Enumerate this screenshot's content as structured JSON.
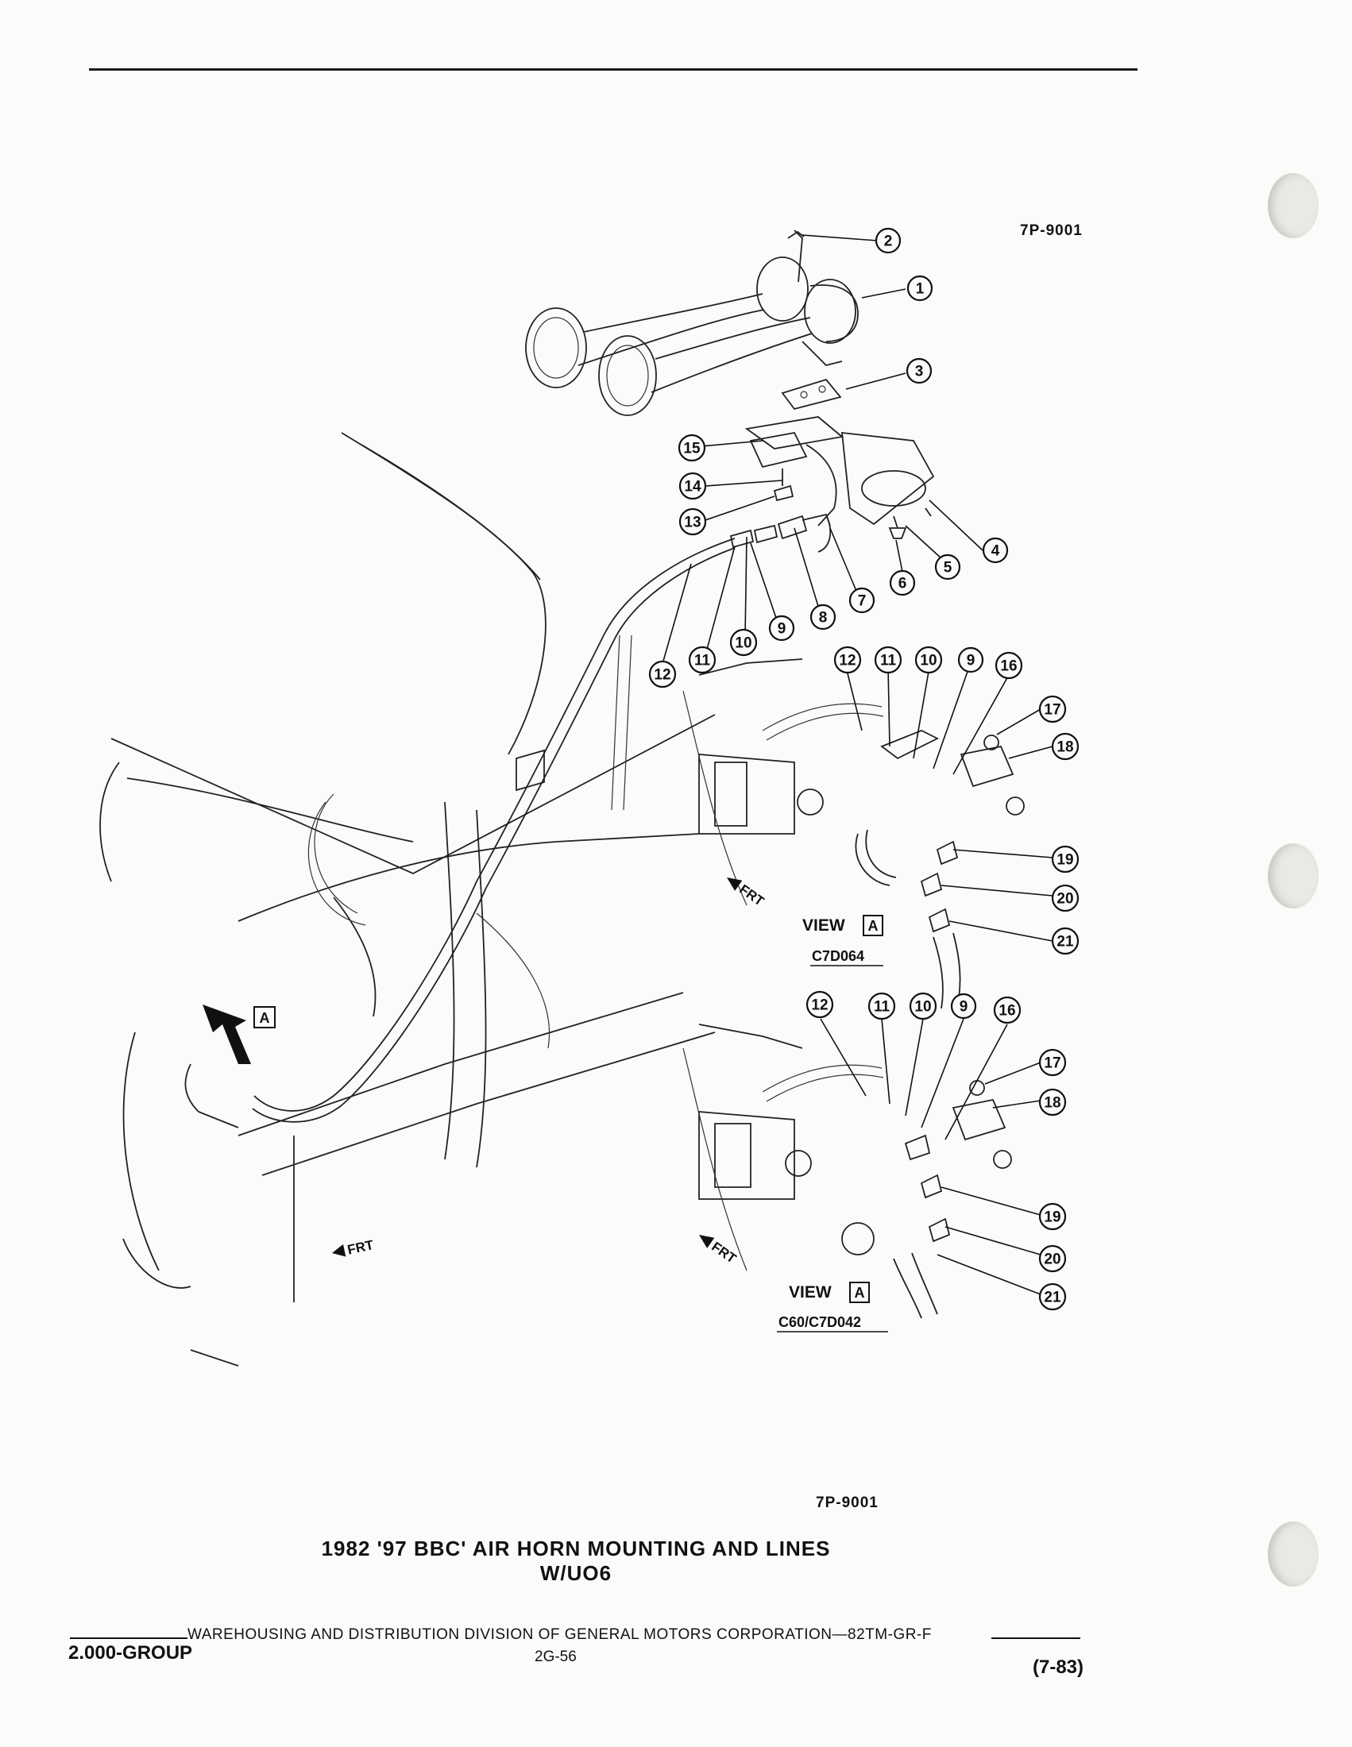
{
  "figure_code_top": "7P-9001",
  "figure_code_bottom": "7P-9001",
  "caption": {
    "line1": "1982 '97 BBC' AIR HORN MOUNTING AND LINES",
    "line2": "W/UO6"
  },
  "callouts": {
    "n1": "1",
    "n2": "2",
    "n3": "3",
    "n4": "4",
    "n5": "5",
    "n6": "6",
    "n7": "7",
    "n8": "8",
    "n9": "9",
    "n10": "10",
    "n11": "11",
    "n12": "12",
    "n13": "13",
    "n14": "14",
    "n15": "15",
    "n16": "16",
    "n17": "17",
    "n18": "18",
    "n19": "19",
    "n20": "20",
    "n21": "21"
  },
  "views": {
    "upper": {
      "label": "VIEW",
      "letter": "A",
      "code": "C7D064"
    },
    "lower": {
      "label": "VIEW",
      "letter": "A",
      "code": "C60/C7D042"
    }
  },
  "frt_label": "FRT",
  "view_marker": "A",
  "footer": {
    "org_line": "WAREHOUSING AND DISTRIBUTION  DIVISION OF GENERAL MOTORS CORPORATION—82TM-GR-F",
    "group": "2.000-GROUP",
    "page": "2G-56",
    "date": "(7-83)"
  }
}
